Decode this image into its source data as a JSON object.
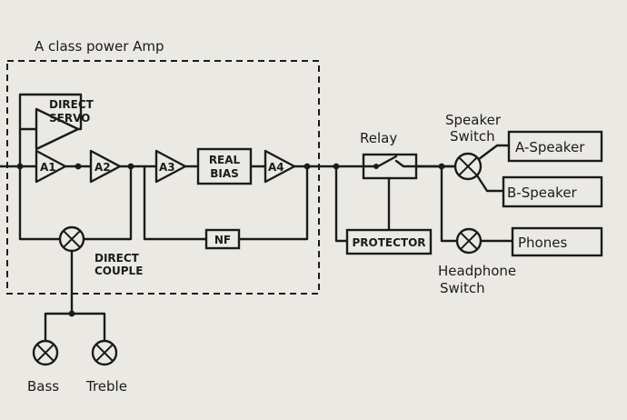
{
  "title": "A class power Amp",
  "blocks": {
    "direct_servo_line1": "DIRECT",
    "direct_servo_line2": "SERVO",
    "a1": "A1",
    "a2": "A2",
    "a3": "A3",
    "a4": "A4",
    "real_bias_line1": "REAL",
    "real_bias_line2": "BIAS",
    "nf": "NF",
    "direct_couple_line1": "DIRECT",
    "direct_couple_line2": "COUPLE",
    "relay": "Relay",
    "protector": "PROTECTOR",
    "speaker_switch_line1": "Speaker",
    "speaker_switch_line2": "Switch",
    "a_speaker": "A-Speaker",
    "b_speaker": "B-Speaker",
    "phones": "Phones",
    "headphone_switch_line1": "Headphone",
    "headphone_switch_line2": "Switch",
    "bass": "Bass",
    "treble": "Treble"
  }
}
